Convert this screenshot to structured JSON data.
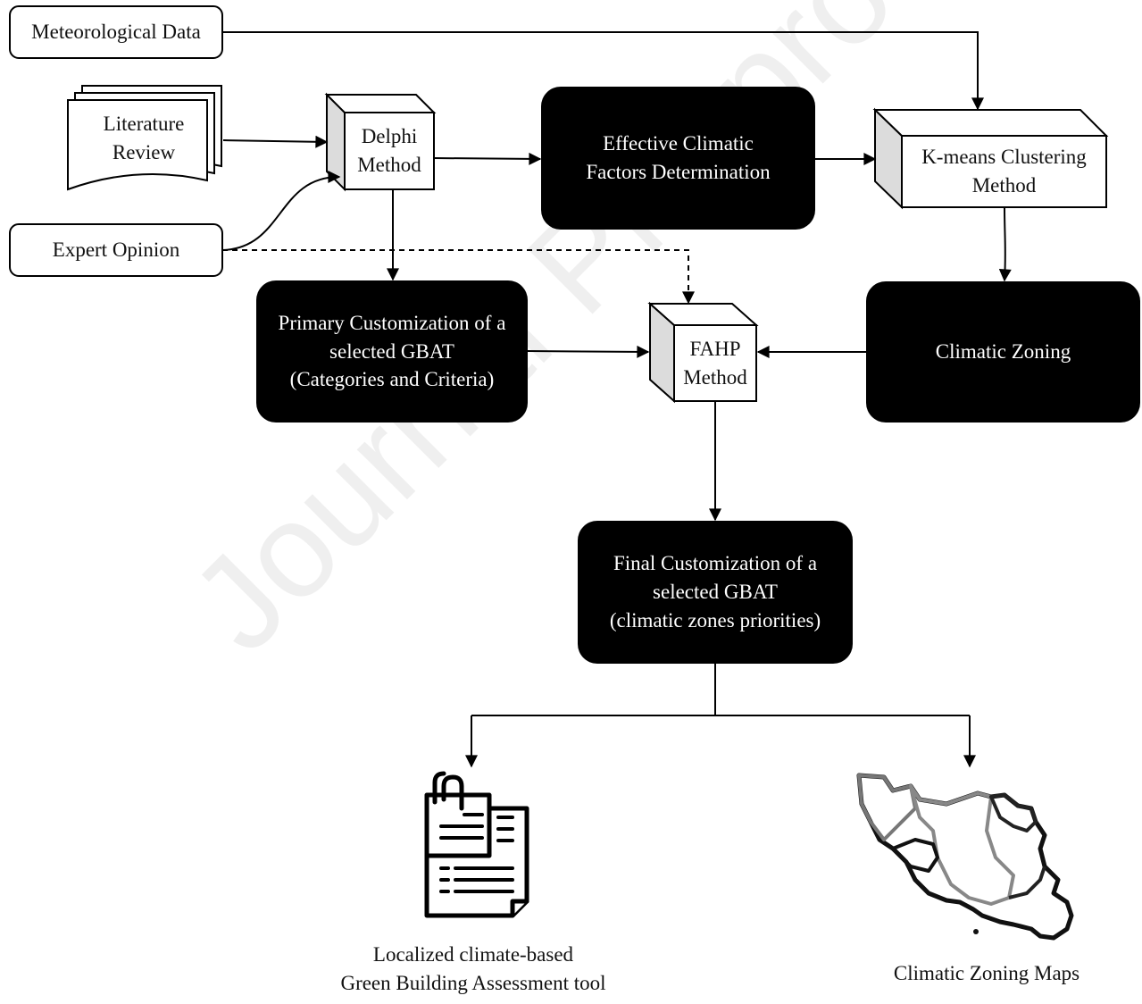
{
  "nodes": {
    "meteorological": "Meteorological Data",
    "literature": "Literature\nReview",
    "expert": "Expert Opinion",
    "delphi": "Delphi\nMethod",
    "effective": "Effective Climatic\nFactors Determination",
    "kmeans": "K-means Clustering\nMethod",
    "primary": "Primary Customization of a\nselected GBAT\n(Categories and Criteria)",
    "fahp": "FAHP\nMethod",
    "zoning": "Climatic Zoning",
    "final": "Final Customization of a\nselected GBAT\n(climatic zones priorities)",
    "tool": "Localized climate-based\nGreen Building Assessment tool",
    "maps": "Climatic Zoning Maps"
  },
  "watermark": "Journal Pre-proof",
  "icons": {
    "document": "document-clip-icon",
    "map": "climatic-map-icon"
  },
  "colors": {
    "dark_box": "#000000",
    "light_box": "#ffffff",
    "cube_side": "#dcdcdc",
    "line": "#000000"
  }
}
